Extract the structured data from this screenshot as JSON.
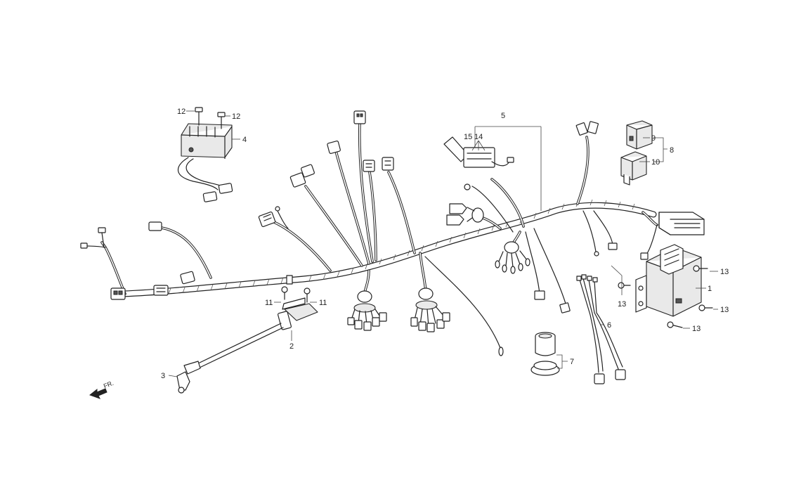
{
  "callouts": {
    "c1": "1",
    "c2": "2",
    "c3": "3",
    "c4": "4",
    "c5": "5",
    "c6": "6",
    "c7": "7",
    "c8": "8",
    "c9": "9",
    "c10": "10",
    "c11a": "11",
    "c11b": "11",
    "c12a": "12",
    "c12b": "12",
    "c13a": "13",
    "c13b": "13",
    "c13c": "13",
    "c13d": "13",
    "c14": "14",
    "c15": "15"
  },
  "direction_label": "FR."
}
